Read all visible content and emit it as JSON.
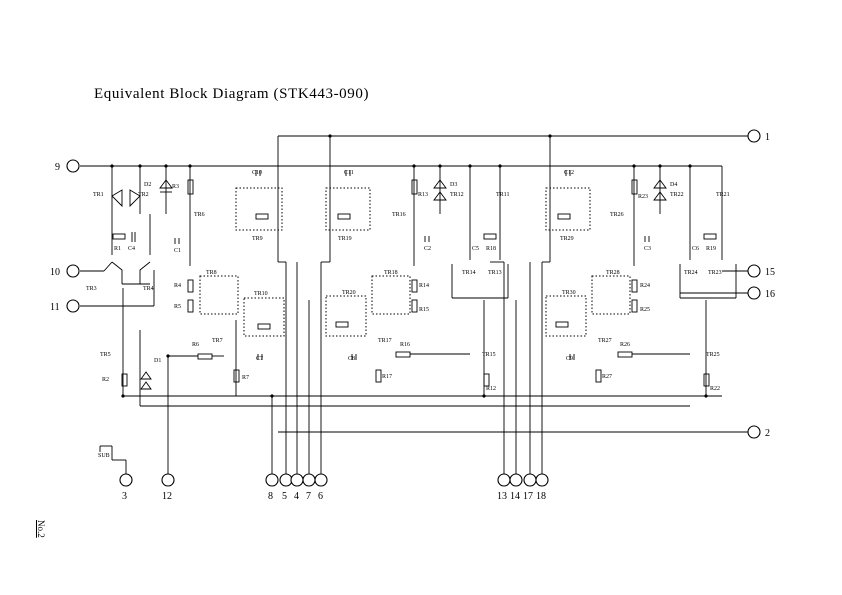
{
  "title": "Equivalent Block Diagram (STK443-090)",
  "page_note": "No.2",
  "sub_label": "SUB",
  "pins": [
    "1",
    "2",
    "3",
    "5",
    "4",
    "7",
    "6",
    "8",
    "9",
    "10",
    "11",
    "12",
    "13",
    "14",
    "17",
    "18",
    "15",
    "16"
  ],
  "left_pins": {
    "p9": "9",
    "p10": "10",
    "p11": "11"
  },
  "right_pins": {
    "p1": "1",
    "p15": "15",
    "p16": "16",
    "p2": "2"
  },
  "bottom_pins": {
    "p3": "3",
    "p12": "12",
    "p8": "8",
    "p5": "5",
    "p4": "4",
    "p7": "7",
    "p6": "6",
    "p13": "13",
    "p14": "14",
    "p17": "17",
    "p18": "18"
  },
  "components": {
    "tr1": "TR1",
    "tr2": "TR2",
    "d2": "D2",
    "r3": "R3",
    "tr6": "TR6",
    "c1": "C1",
    "r1": "R1",
    "c4": "C4",
    "tr3": "TR3",
    "tr4": "TR4",
    "tr8": "TR8",
    "r4": "R4",
    "r5": "R5",
    "tr5": "TR5",
    "r2": "R2",
    "d1": "D1",
    "r6": "R6",
    "tr7": "TR7",
    "r7": "R7",
    "c10": "C10",
    "tr9": "TR9",
    "tr10": "TR10",
    "c7": "C7",
    "c11": "C11",
    "tr19": "TR19",
    "tr20": "TR20",
    "c8": "C8",
    "r13": "R13",
    "d3": "D3",
    "tr12": "TR12",
    "tr11": "TR11",
    "tr16": "TR16",
    "c2": "C2",
    "c5": "C5",
    "r18": "R18",
    "tr18": "TR18",
    "r14": "R14",
    "r15": "R15",
    "tr14": "TR14",
    "tr13": "TR13",
    "tr17": "TR17",
    "r16": "R16",
    "r17": "R17",
    "tr15": "TR15",
    "r12": "R12",
    "c12": "C12",
    "tr29": "TR29",
    "tr30": "TR30",
    "c9": "C9",
    "r23": "R23",
    "d4": "D4",
    "tr22": "TR22",
    "tr21": "TR21",
    "tr26": "TR26",
    "c3": "C3",
    "c6": "C6",
    "r19": "R19",
    "tr28": "TR28",
    "r24": "R24",
    "r25": "R25",
    "tr24": "TR24",
    "tr23": "TR23",
    "tr27": "TR27",
    "r26": "R26",
    "r27": "R27",
    "tr25": "TR25",
    "r22": "R22"
  }
}
